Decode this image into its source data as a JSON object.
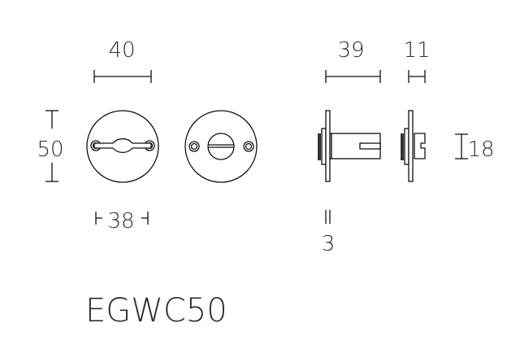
{
  "dimensions": {
    "rosette_diameter": "40",
    "rosette_height": "50",
    "hole_spacing": "38",
    "spindle_length": "39",
    "knob_length": "11",
    "knob_height": "18",
    "plate_thickness": "3"
  },
  "model": "EGWC50",
  "colors": {
    "text": "#2a3328",
    "line": "#111111"
  }
}
